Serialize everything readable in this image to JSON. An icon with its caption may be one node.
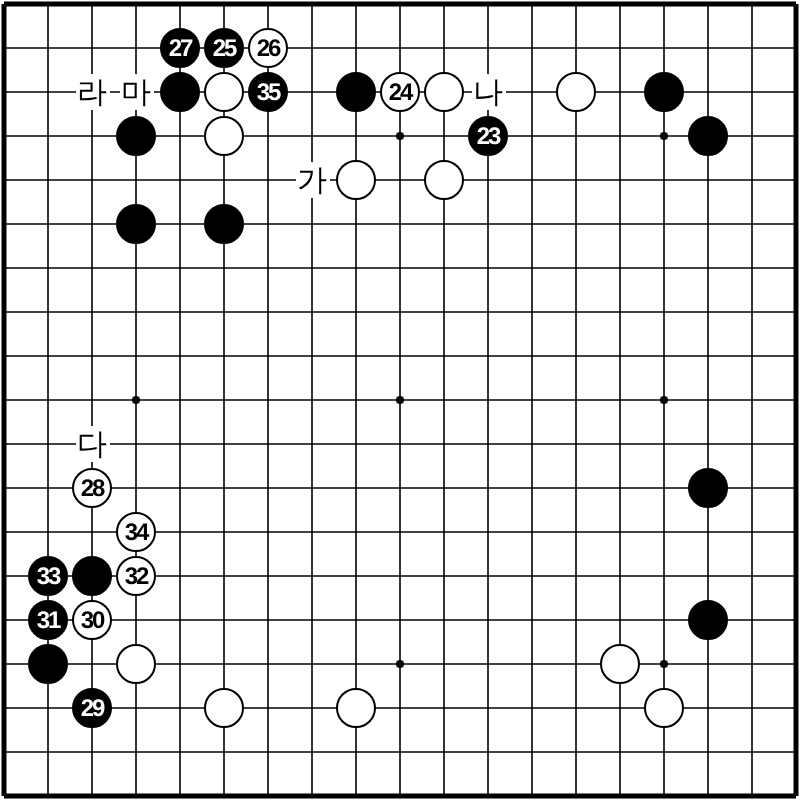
{
  "diagram": {
    "nodes": [
      {
        "text": [
          "27"
        ]
      },
      {
        "text": [
          "25"
        ]
      },
      {
        "text": [
          "26"
        ]
      },
      {
        "text": [],
        "shape": "circle"
      },
      {
        "text": [],
        "shape": "circle"
      },
      {
        "text": [
          "35"
        ]
      },
      {
        "text": [],
        "shape": "circle"
      },
      {
        "text": [
          "24"
        ]
      },
      {
        "text": [],
        "shape": "circle"
      },
      {
        "text": [],
        "shape": "circle"
      },
      {
        "text": [],
        "shape": "circle"
      },
      {
        "text": [],
        "shape": "circle"
      },
      {
        "text": [],
        "shape": "circle"
      },
      {
        "text": [
          "23"
        ]
      },
      {
        "text": [],
        "shape": "circle"
      },
      {
        "text": [],
        "shape": "circle"
      },
      {
        "text": [],
        "shape": "circle"
      },
      {
        "text": [],
        "shape": "circle"
      },
      {
        "text": [],
        "shape": "circle"
      },
      {
        "text": [
          "28"
        ]
      },
      {
        "text": [],
        "shape": "circle"
      },
      {
        "text": [
          "34"
        ]
      },
      {
        "text": [
          "33"
        ]
      },
      {
        "text": [],
        "shape": "circle"
      },
      {
        "text": [
          "32"
        ]
      },
      {
        "text": [
          "31"
        ]
      },
      {
        "text": [
          "30"
        ]
      },
      {
        "text": [],
        "shape": "circle"
      },
      {
        "text": [],
        "shape": "circle"
      },
      {
        "text": [],
        "shape": "circle"
      },
      {
        "text": [],
        "shape": "circle"
      },
      {
        "text": [
          "29"
        ]
      },
      {
        "text": [],
        "shape": "circle"
      },
      {
        "text": [],
        "shape": "circle"
      },
      {
        "text": [],
        "shape": "circle"
      }
    ],
    "labels": [
      "라",
      "마",
      "나",
      "가",
      "다"
    ]
  }
}
